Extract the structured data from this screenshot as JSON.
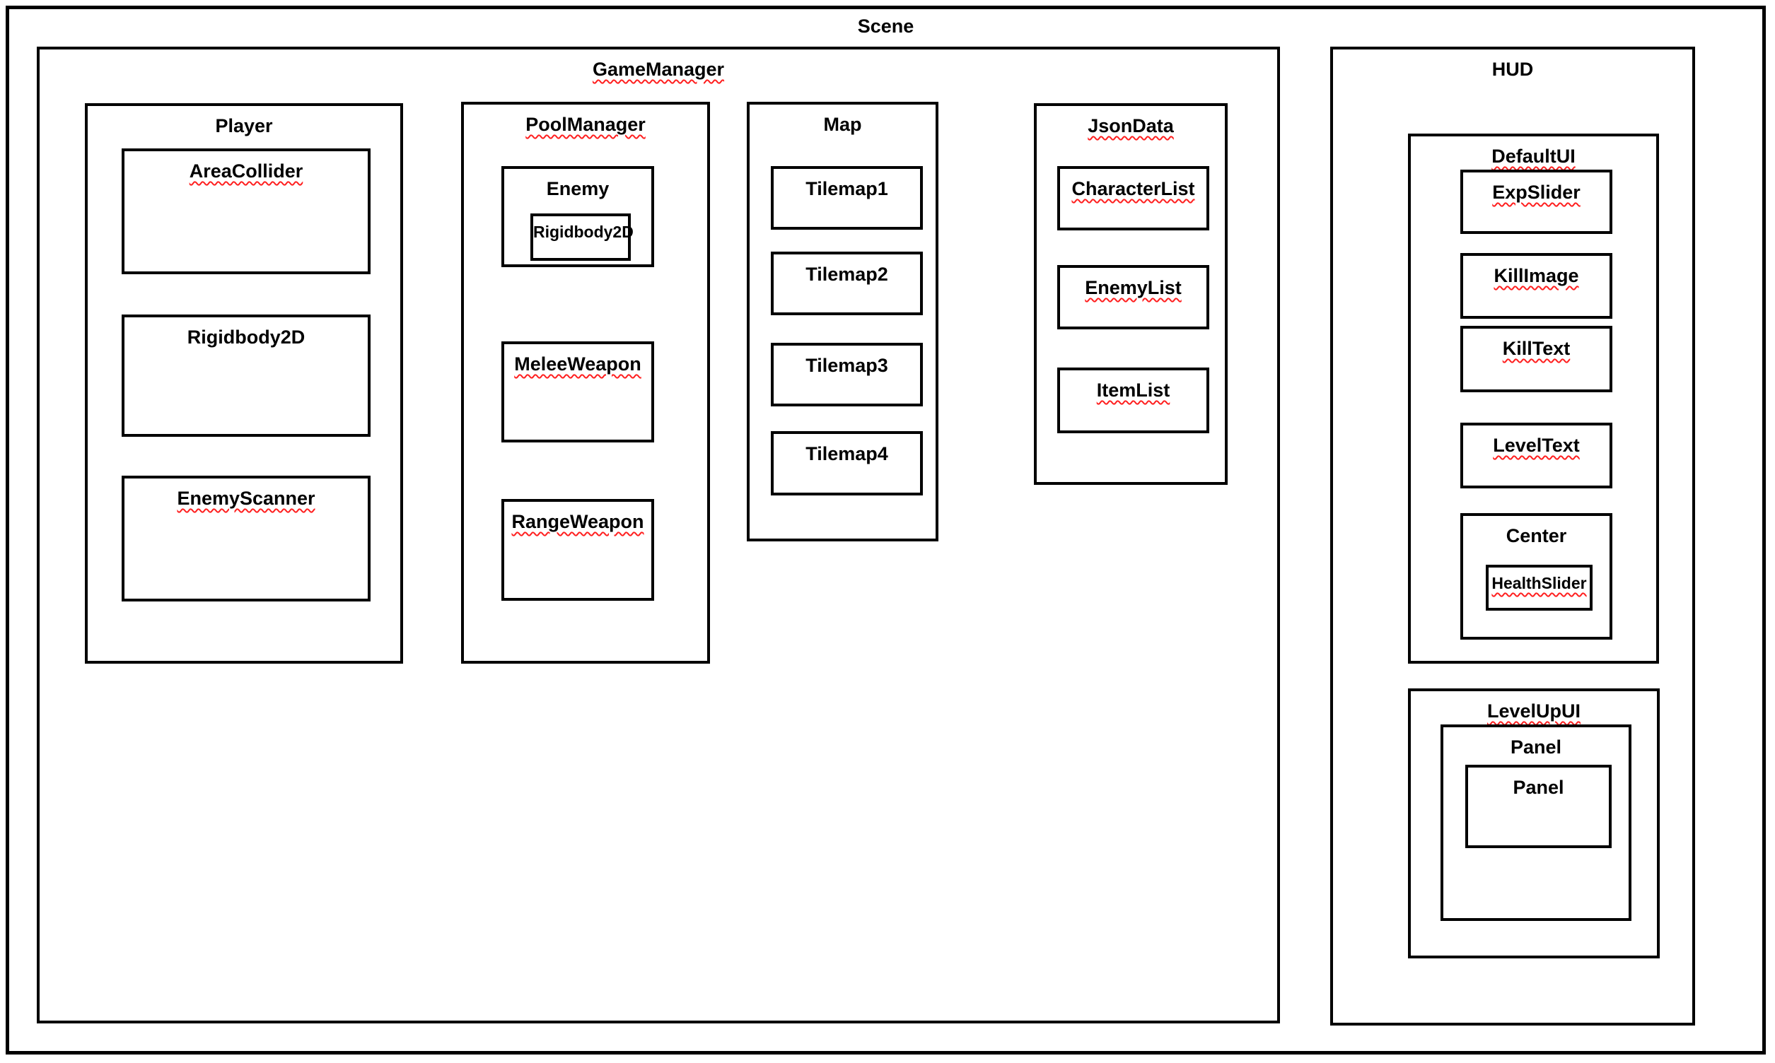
{
  "colors": {
    "border": "#000000",
    "background": "#ffffff",
    "text": "#000000",
    "spellcheck_underline": "#ff1f1f"
  },
  "scene": {
    "label": "Scene",
    "game_manager": {
      "label": "GameManager",
      "player": {
        "label": "Player",
        "area_collider": {
          "label": "AreaCollider"
        },
        "rigidbody2d": {
          "label": "Rigidbody2D"
        },
        "enemy_scanner": {
          "label": "EnemyScanner"
        }
      },
      "pool_manager": {
        "label": "PoolManager",
        "enemy": {
          "label": "Enemy",
          "rigidbody2d": {
            "label": "Rigidbody2D"
          }
        },
        "melee_weapon": {
          "label": "MeleeWeapon"
        },
        "range_weapon": {
          "label": "RangeWeapon"
        }
      },
      "map": {
        "label": "Map",
        "tilemaps": [
          {
            "label": "Tilemap1"
          },
          {
            "label": "Tilemap2"
          },
          {
            "label": "Tilemap3"
          },
          {
            "label": "Tilemap4"
          }
        ]
      },
      "json_data": {
        "label": "JsonData",
        "character_list": {
          "label": "CharacterList"
        },
        "enemy_list": {
          "label": "EnemyList"
        },
        "item_list": {
          "label": "ItemList"
        }
      }
    },
    "hud": {
      "label": "HUD",
      "default_ui": {
        "label": "DefaultUI",
        "exp_slider": {
          "label": "ExpSlider"
        },
        "kill_image": {
          "label": "KillImage"
        },
        "kill_text": {
          "label": "KillText"
        },
        "level_text": {
          "label": "LevelText"
        },
        "center": {
          "label": "Center",
          "health_slider": {
            "label": "HealthSlider"
          }
        }
      },
      "level_up_ui": {
        "label": "LevelUpUI",
        "panel": {
          "label": "Panel",
          "panel_inner": {
            "label": "Panel"
          }
        }
      }
    }
  }
}
